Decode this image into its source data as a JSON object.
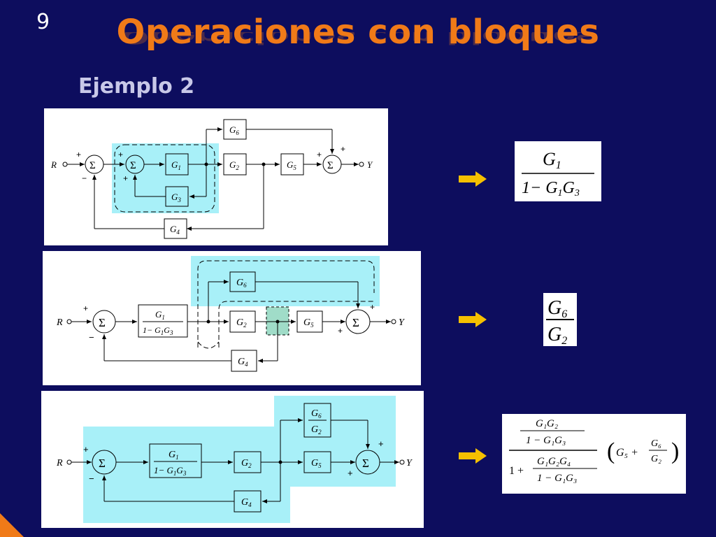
{
  "slide": {
    "number": "9",
    "title": "Operaciones con bloques",
    "subtitle": "Ejemplo 2"
  },
  "diagram1": {
    "input": "R",
    "output": "Y",
    "sum": "Σ",
    "blocks": {
      "g1": "G",
      "g1_sub": "1",
      "g2": "G",
      "g2_sub": "2",
      "g3": "G",
      "g3_sub": "3",
      "g4": "G",
      "g4_sub": "4",
      "g5": "G",
      "g5_sub": "5",
      "g6": "G",
      "g6_sub": "6"
    },
    "signs": {
      "plus": "+",
      "minus": "−"
    }
  },
  "diagram2": {
    "input": "R",
    "output": "Y",
    "sum": "Σ",
    "block_g1_num": "G",
    "block_g1_num_sub": "1",
    "block_g1_den_prefix": "1− G",
    "block_g1_den_sub1": "1",
    "block_g1_den_mid": "G",
    "block_g1_den_sub2": "3",
    "blocks": {
      "g2": "G",
      "g2_sub": "2",
      "g4": "G",
      "g4_sub": "4",
      "g5": "G",
      "g5_sub": "5",
      "g6": "G",
      "g6_sub": "6"
    },
    "signs": {
      "plus": "+",
      "minus": "−"
    }
  },
  "diagram3": {
    "input": "R",
    "output": "Y",
    "sum": "Σ",
    "block_g1_num": "G",
    "block_g1_num_sub": "1",
    "block_g1_den_prefix": "1− G",
    "block_g1_den_sub1": "1",
    "block_g1_den_mid": "G",
    "block_g1_den_sub2": "3",
    "block_g6g2_num": "G",
    "block_g6g2_num_sub": "6",
    "block_g6g2_den": "G",
    "block_g6g2_den_sub": "2",
    "blocks": {
      "g2": "G",
      "g2_sub": "2",
      "g4": "G",
      "g4_sub": "4",
      "g5": "G",
      "g5_sub": "5"
    },
    "signs": {
      "plus": "+",
      "minus": "−"
    }
  },
  "results": {
    "r1_num": "G",
    "r1_num_sub": "1",
    "r1_den_a": "1− G",
    "r1_den_sub1": "1",
    "r1_den_b": "G",
    "r1_den_sub2": "3",
    "r2_num": "G",
    "r2_num_sub": "6",
    "r2_den": "G",
    "r2_den_sub": "2",
    "r3_top_num": "G₁G₂",
    "r3_top_den": "1 − G₁G₃",
    "r3_bottom_prefix": "1 +",
    "r3_bottom_num": "G₁G₂G₄",
    "r3_bottom_den": "1 − G₁G₃",
    "r3_paren_prefix": "G₅ +",
    "r3_paren_num": "G₆",
    "r3_paren_den": "G₂",
    "paren_open": "(",
    "paren_close": ")"
  },
  "colors": {
    "background": "#0d0d5e",
    "title": "#f07a18",
    "highlight": "#a8f0f8",
    "arrow": "#f5c000"
  }
}
